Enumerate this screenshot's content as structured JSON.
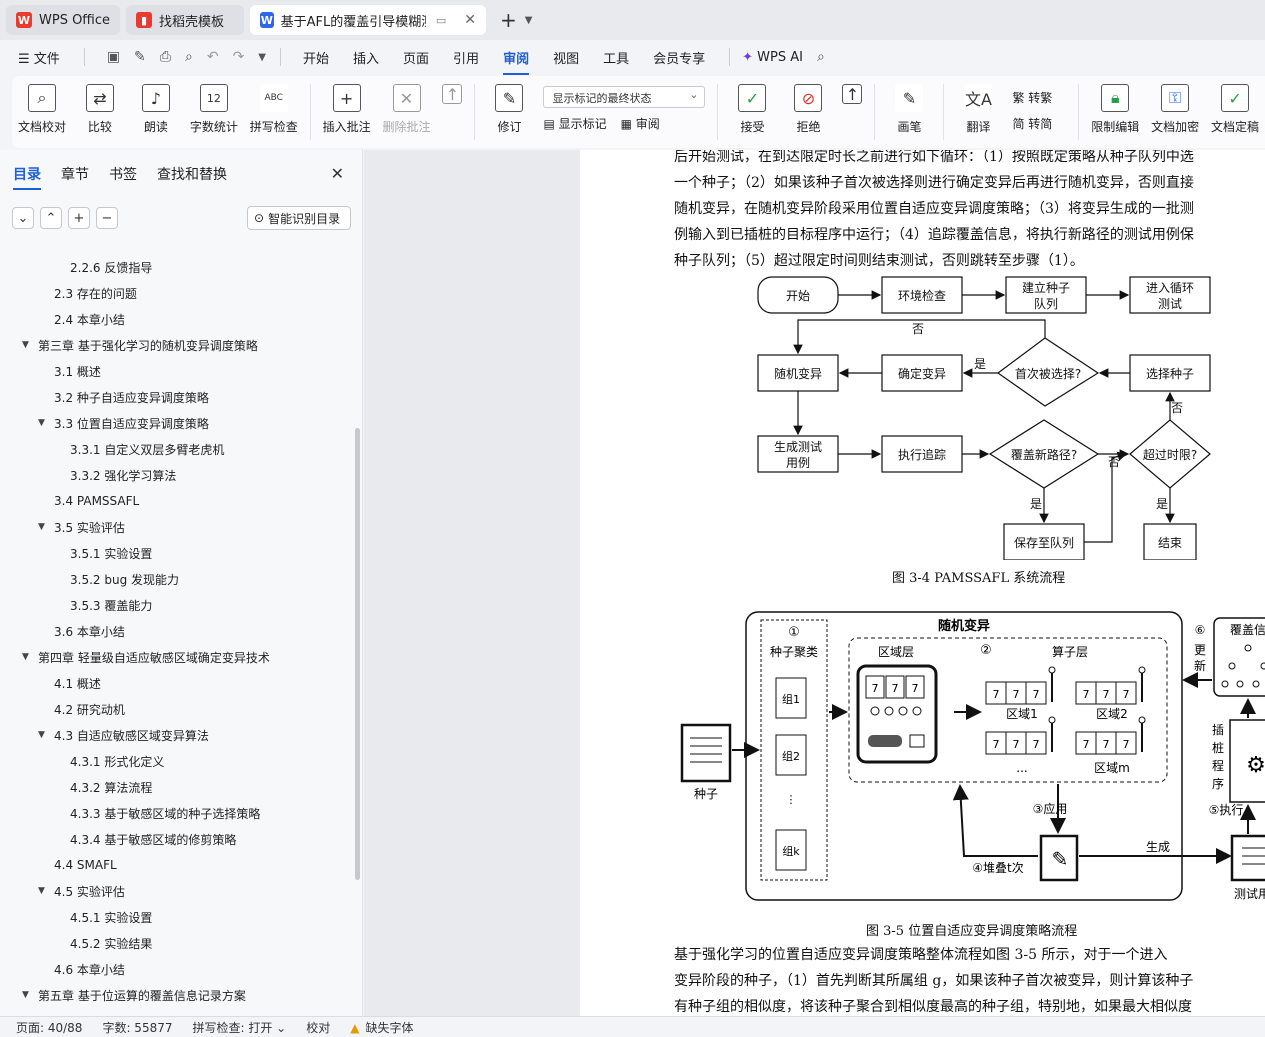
{
  "tabs": [
    {
      "label": "WPS Office",
      "color": "#e63b2e"
    },
    {
      "label": "找稻壳模板",
      "color": "#e63b2e"
    },
    {
      "label": "基于AFL的覆盖引导模糊测试(",
      "color": "#2f66e6"
    }
  ],
  "menubar": {
    "file": "文件",
    "items": [
      "开始",
      "插入",
      "页面",
      "引用",
      "审阅",
      "视图",
      "工具",
      "会员专享"
    ],
    "active": "审阅",
    "ai": "WPS AI"
  },
  "ribbon": {
    "doc_proof": "文档校对",
    "compare": "比较",
    "read_aloud": "朗读",
    "word_count": "字数统计",
    "spell_check": "拼写检查",
    "insert_comment": "插入批注",
    "delete_comment": "删除批注",
    "track": "修订",
    "markup_select": "显示标记的最终状态",
    "show_markup": "显示标记",
    "review": "审阅",
    "accept": "接受",
    "reject": "拒绝",
    "pen": "画笔",
    "translate": "翻译",
    "to_traditional": "转繁",
    "to_simplified": "转简",
    "restrict_edit": "限制编辑",
    "encrypt": "文档加密",
    "finalize": "文档定稿"
  },
  "sidebar": {
    "tabs": [
      "目录",
      "章节",
      "书签",
      "查找和替换"
    ],
    "smart_toc": "智能识别目录",
    "toc": [
      {
        "text": "2.2.6 反馈指导",
        "level": 3,
        "arrow": ""
      },
      {
        "text": "2.3 存在的问题",
        "level": 2,
        "arrow": ""
      },
      {
        "text": "2.4 本章小结",
        "level": 2,
        "arrow": ""
      },
      {
        "text": "第三章 基于强化学习的随机变异调度策略",
        "level": 1,
        "arrow": "▼"
      },
      {
        "text": "3.1 概述",
        "level": 2,
        "arrow": ""
      },
      {
        "text": "3.2 种子自适应变异调度策略",
        "level": 2,
        "arrow": ""
      },
      {
        "text": "3.3 位置自适应变异调度策略",
        "level": 2,
        "arrow": "▼"
      },
      {
        "text": "3.3.1 自定义双层多臂老虎机",
        "level": 3,
        "arrow": ""
      },
      {
        "text": "3.3.2 强化学习算法",
        "level": 3,
        "arrow": ""
      },
      {
        "text": "3.4 PAMSSAFL",
        "level": 2,
        "arrow": ""
      },
      {
        "text": "3.5 实验评估",
        "level": 2,
        "arrow": "▼"
      },
      {
        "text": "3.5.1 实验设置",
        "level": 3,
        "arrow": ""
      },
      {
        "text": "3.5.2 bug 发现能力",
        "level": 3,
        "arrow": ""
      },
      {
        "text": "3.5.3 覆盖能力",
        "level": 3,
        "arrow": ""
      },
      {
        "text": "3.6 本章小结",
        "level": 2,
        "arrow": ""
      },
      {
        "text": "第四章 轻量级自适应敏感区域确定变异技术",
        "level": 1,
        "arrow": "▼"
      },
      {
        "text": "4.1 概述",
        "level": 2,
        "arrow": ""
      },
      {
        "text": "4.2 研究动机",
        "level": 2,
        "arrow": ""
      },
      {
        "text": "4.3 自适应敏感区域变异算法",
        "level": 2,
        "arrow": "▼"
      },
      {
        "text": "4.3.1 形式化定义",
        "level": 3,
        "arrow": ""
      },
      {
        "text": "4.3.2 算法流程",
        "level": 3,
        "arrow": ""
      },
      {
        "text": "4.3.3 基于敏感区域的种子选择策略",
        "level": 3,
        "arrow": ""
      },
      {
        "text": "4.3.4 基于敏感区域的修剪策略",
        "level": 3,
        "arrow": ""
      },
      {
        "text": "4.4 SMAFL",
        "level": 2,
        "arrow": ""
      },
      {
        "text": "4.5 实验评估",
        "level": 2,
        "arrow": "▼"
      },
      {
        "text": "4.5.1 实验设置",
        "level": 3,
        "arrow": ""
      },
      {
        "text": "4.5.2 实验结果",
        "level": 3,
        "arrow": ""
      },
      {
        "text": "4.6 本章小结",
        "level": 2,
        "arrow": ""
      },
      {
        "text": "第五章 基于位运算的覆盖信息记录方案",
        "level": 1,
        "arrow": "▼"
      }
    ]
  },
  "document": {
    "para1": [
      "后开始测试，在到达限定时长之前进行如下循环：（1）按照既定策略从种子队列中选",
      "一个种子；（2）如果该种子首次被选择则进行确定变异后再进行随机变异，否则直接",
      "随机变异，在随机变异阶段采用位置自适应变异调度策略；（3）将变异生成的一批测",
      "例输入到已插桩的目标程序中运行；（4）追踪覆盖信息，将执行新路径的测试用例保",
      "种子队列；（5）超过限定时间则结束测试，否则跳转至步骤（1）。"
    ],
    "fig34": {
      "caption": "图 3-4   PAMSSAFL 系统流程",
      "nodes": {
        "start": "开始",
        "env": "环境检查",
        "queue1": "建立种子",
        "queue2": "队列",
        "loop1": "进入循环",
        "loop2": "测试",
        "random": "随机变异",
        "determ": "确定变异",
        "first": "首次被选择?",
        "select": "选择种子",
        "gen1": "生成测试",
        "gen2": "用例",
        "exec": "执行追踪",
        "newpath": "覆盖新路径?",
        "timeout": "超过时限?",
        "save": "保存至队列",
        "end": "结束",
        "yes": "是",
        "no": "否"
      }
    },
    "fig35": {
      "caption": "图 3-5   位置自适应变异调度策略流程",
      "title": "随机变异",
      "c1": "①",
      "seed_cluster": "种子聚类",
      "region_layer": "区域层",
      "c2": "②",
      "op_layer": "算子层",
      "g1": "组1",
      "g2": "组2",
      "gk": "组k",
      "region1": "区域1",
      "region2": "区域2",
      "regionm": "区域m",
      "ellipsis": "...",
      "seven": "7",
      "seed": "种子",
      "apply": "③应用",
      "stack": "④堆叠t次",
      "generate": "生成",
      "exec": "⑤执行",
      "update_num": "⑥",
      "update": [
        "更",
        "新"
      ],
      "coverage": "覆盖信",
      "instrument": [
        "插",
        "桩",
        "程",
        "序"
      ],
      "testcase": "测试用"
    },
    "para2": [
      "    基于强化学习的位置自适应变异调度策略整体流程如图 3-5 所示，对于一个进入",
      "变异阶段的种子，（1）首先判断其所属组 g，如果该种子首次被变异，则计算该种子",
      "有种子组的相似度，将该种子聚合到相似度最高的种子组，特别地，如果最大相似度"
    ]
  },
  "statusbar": {
    "page": "页面: 40/88",
    "words": "字数: 55877",
    "spell": "拼写检查: 打开 ⌄",
    "proof": "校对",
    "missing_font": "缺失字体"
  }
}
